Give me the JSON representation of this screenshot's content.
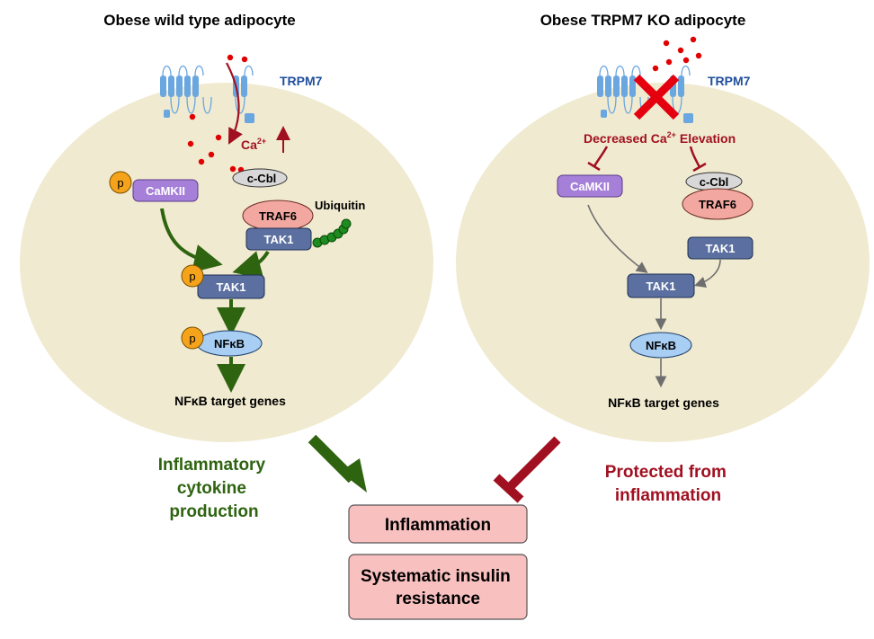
{
  "left_title": "Obese wild type adipocyte",
  "right_title": "Obese TRPM7 KO adipocyte",
  "left": {
    "trpm7": "TRPM7",
    "ca": "Ca",
    "ca_sup": "2+",
    "ccbl": "c-Cbl",
    "p": "p",
    "camkii": "CaMKII",
    "ubiquitin": "Ubiquitin",
    "traf6": "TRAF6",
    "tak1_top": "TAK1",
    "tak1_main": "TAK1",
    "nfkb": "NFκB",
    "targets": "NFκB target genes"
  },
  "right": {
    "trpm7": "TRPM7",
    "decreased_pre": "Decreased Ca",
    "decreased_sup": "2+",
    "decreased_post": "Elevation",
    "camkii": "CaMKII",
    "ccbl": "c-Cbl",
    "traf6": "TRAF6",
    "tak1_top": "TAK1",
    "tak1_main": "TAK1",
    "nfkb": "NFκB",
    "targets": "NFκB target genes"
  },
  "bottom": {
    "cytokine_lines": [
      "Inflammatory",
      "cytokine",
      "production"
    ],
    "protected_lines": [
      "Protected from",
      "inflammation"
    ],
    "inflammation": "Inflammation",
    "insulin_lines": [
      "Systematic insulin",
      "resistance"
    ]
  },
  "colors": {
    "cell": "#f0ead0",
    "membrane": "#6aa6e0",
    "calcium": "#e00000",
    "green": "#2e6410",
    "red": "#a01020",
    "grey": "#6e6e6e",
    "camkii": "#a57fd8",
    "traf6": "#f2a8a0",
    "tak1": "#5b70a0",
    "nfkb": "#a8cef4",
    "phospho": "#f5a31a",
    "outcome_box": "#f9c0c0"
  }
}
